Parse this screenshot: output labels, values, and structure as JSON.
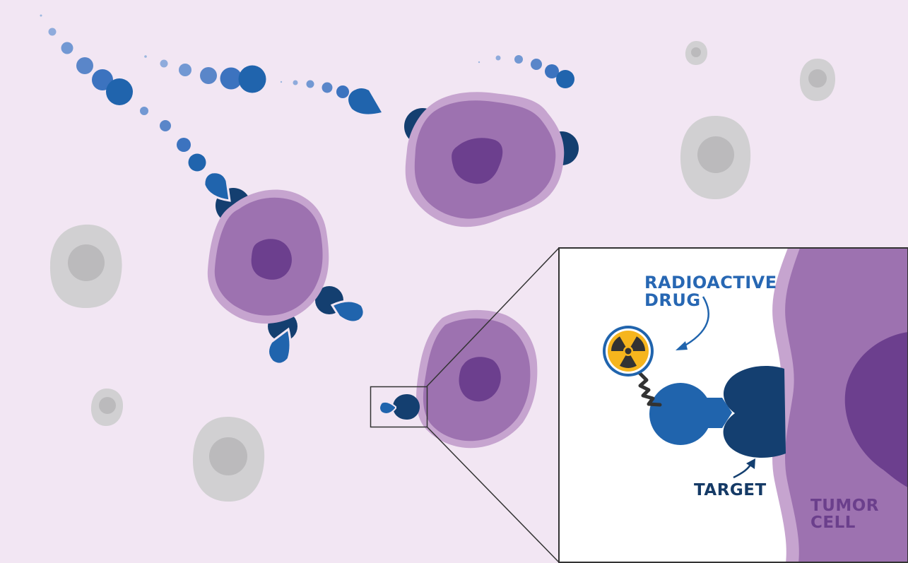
{
  "labels": {
    "drug_line1": "RADIOACTIVE",
    "drug_line2": "DRUG",
    "target": "TARGET",
    "tumor_line1": "TUMOR",
    "tumor_line2": "CELL"
  },
  "colors": {
    "background": "#f2e6f3",
    "tumor_outer": "#c6a4cf",
    "tumor_body": "#9d72b0",
    "tumor_nucleus": "#6c3f8e",
    "drug_blue": "#2064ad",
    "target_navy": "#143f70",
    "healthy_cell": "#d1d0d2",
    "healthy_nucleus": "#bbbabc",
    "radiation_yellow": "#f6b51d",
    "label_blue": "#2767b3",
    "label_navy": "#153a66",
    "label_purple": "#6b3f8c"
  },
  "icons": [
    "radiation-icon",
    "arrow-icon"
  ]
}
